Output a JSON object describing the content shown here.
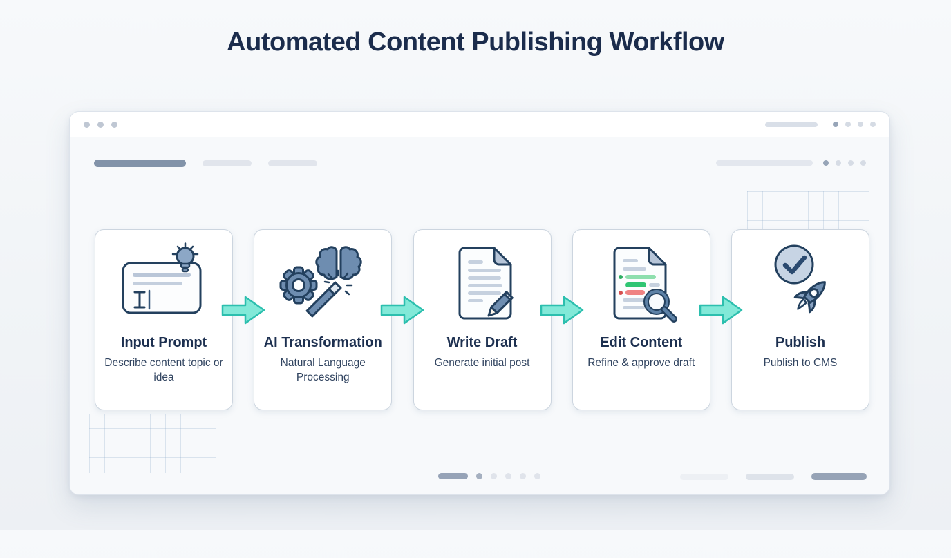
{
  "title": "Automated Content Publishing Workflow",
  "colors": {
    "title_navy": "#1b2c4c",
    "arrow_fill": "#82e9d8",
    "arrow_stroke": "#2cbfae",
    "icon_steel": "#6e8db0",
    "icon_navy": "#23405e",
    "diff_green": "#2ec573",
    "diff_red": "#ef8383"
  },
  "steps": [
    {
      "title": "Input Prompt",
      "subtitle": "Describe content topic or idea",
      "icon": "input-prompt-icon"
    },
    {
      "title": "AI Transformation",
      "subtitle": "Natural Language Processing",
      "icon": "ai-transformation-icon"
    },
    {
      "title": "Write Draft",
      "subtitle": "Generate initial post",
      "icon": "write-draft-icon"
    },
    {
      "title": "Edit Content",
      "subtitle": "Refine & approve draft",
      "icon": "edit-content-icon"
    },
    {
      "title": "Publish",
      "subtitle": "Publish to CMS",
      "icon": "publish-rocket-icon"
    }
  ],
  "connector_icon": "arrow-right-icon",
  "browser_chrome": {
    "window_control_dots": 3,
    "titlebar_indicator_dots": 4,
    "nav_indicator_dots": 4,
    "footer_pager_dots": 5
  }
}
